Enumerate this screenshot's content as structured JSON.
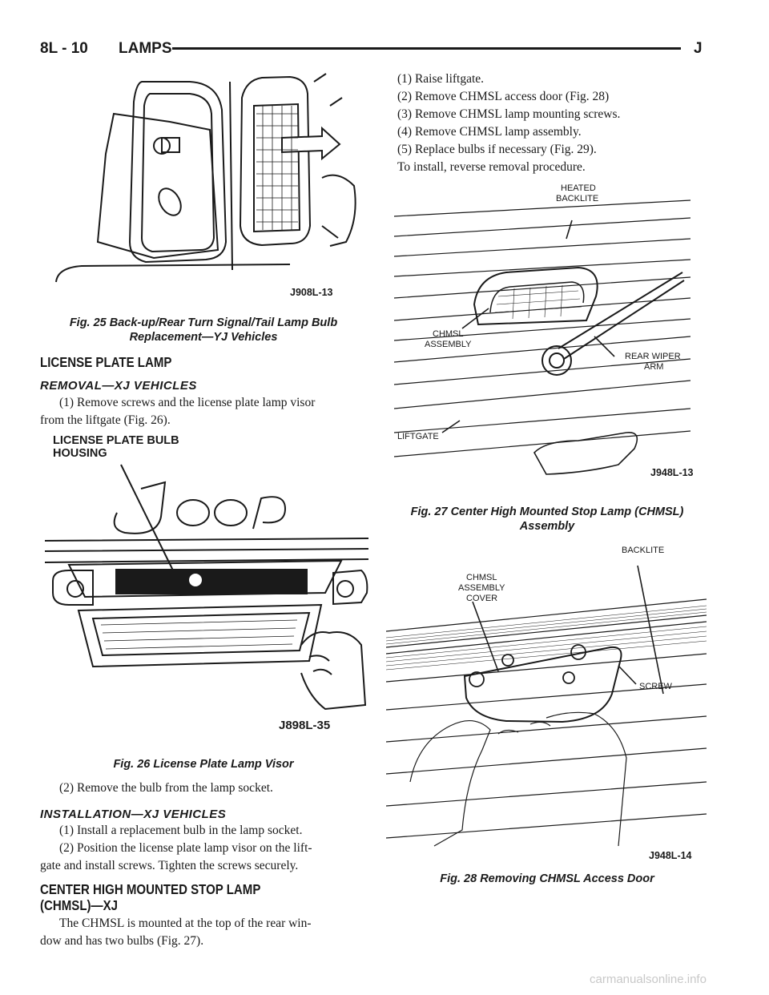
{
  "header": {
    "page_number": "8L - 10",
    "section": "LAMPS",
    "letter": "J"
  },
  "left": {
    "fig25": {
      "code": "J908L-13",
      "caption_line1": "Fig. 25 Back-up/Rear Turn Signal/Tail Lamp Bulb",
      "caption_line2": "Replacement—YJ Vehicles"
    },
    "license_plate_heading": "LICENSE PLATE LAMP",
    "removal_heading": "REMOVAL—XJ VEHICLES",
    "removal_step1_line1": "(1) Remove screws and the license plate lamp visor",
    "removal_step1_line2": "from the liftgate (Fig. 26).",
    "fig26": {
      "label_line1": "LICENSE PLATE BULB",
      "label_line2": "HOUSING",
      "code": "J898L-35",
      "caption": "Fig. 26 License Plate Lamp Visor"
    },
    "removal_step2": "(2) Remove the bulb from the lamp socket.",
    "installation_heading": "INSTALLATION—XJ VEHICLES",
    "install_step1": "(1) Install a replacement bulb in the lamp socket.",
    "install_step2_line1": "(2) Position the license plate lamp visor on the lift-",
    "install_step2_line2": "gate and install screws. Tighten the screws securely.",
    "chmsl_heading_line1": "CENTER HIGH MOUNTED STOP LAMP",
    "chmsl_heading_line2": "(CHMSL)—XJ",
    "chmsl_text_line1": "The CHMSL is mounted at the top of the rear win-",
    "chmsl_text_line2": "dow and has two bulbs (Fig. 27)."
  },
  "right": {
    "steps": [
      "(1) Raise liftgate.",
      "(2) Remove CHMSL access door (Fig. 28)",
      "(3) Remove CHMSL lamp mounting screws.",
      "(4) Remove CHMSL lamp assembly.",
      "(5) Replace bulbs if necessary (Fig. 29).",
      "To install, reverse removal procedure."
    ],
    "fig27": {
      "heated_line1": "HEATED",
      "heated_line2": "BACKLITE",
      "chmsl_line1": "CHMSL",
      "chmsl_line2": "ASSEMBLY",
      "wiper_line1": "REAR WIPER",
      "wiper_line2": "ARM",
      "liftgate": "LIFTGATE",
      "code": "J948L-13",
      "caption_line1": "Fig. 27 Center High Mounted Stop Lamp (CHMSL)",
      "caption_line2": "Assembly"
    },
    "fig28": {
      "backlite": "BACKLITE",
      "cover_line1": "CHMSL",
      "cover_line2": "ASSEMBLY",
      "cover_line3": "COVER",
      "screw": "SCREW",
      "code": "J948L-14",
      "caption": "Fig. 28 Removing CHMSL Access Door"
    }
  },
  "footer": "carmanualsonline.info"
}
